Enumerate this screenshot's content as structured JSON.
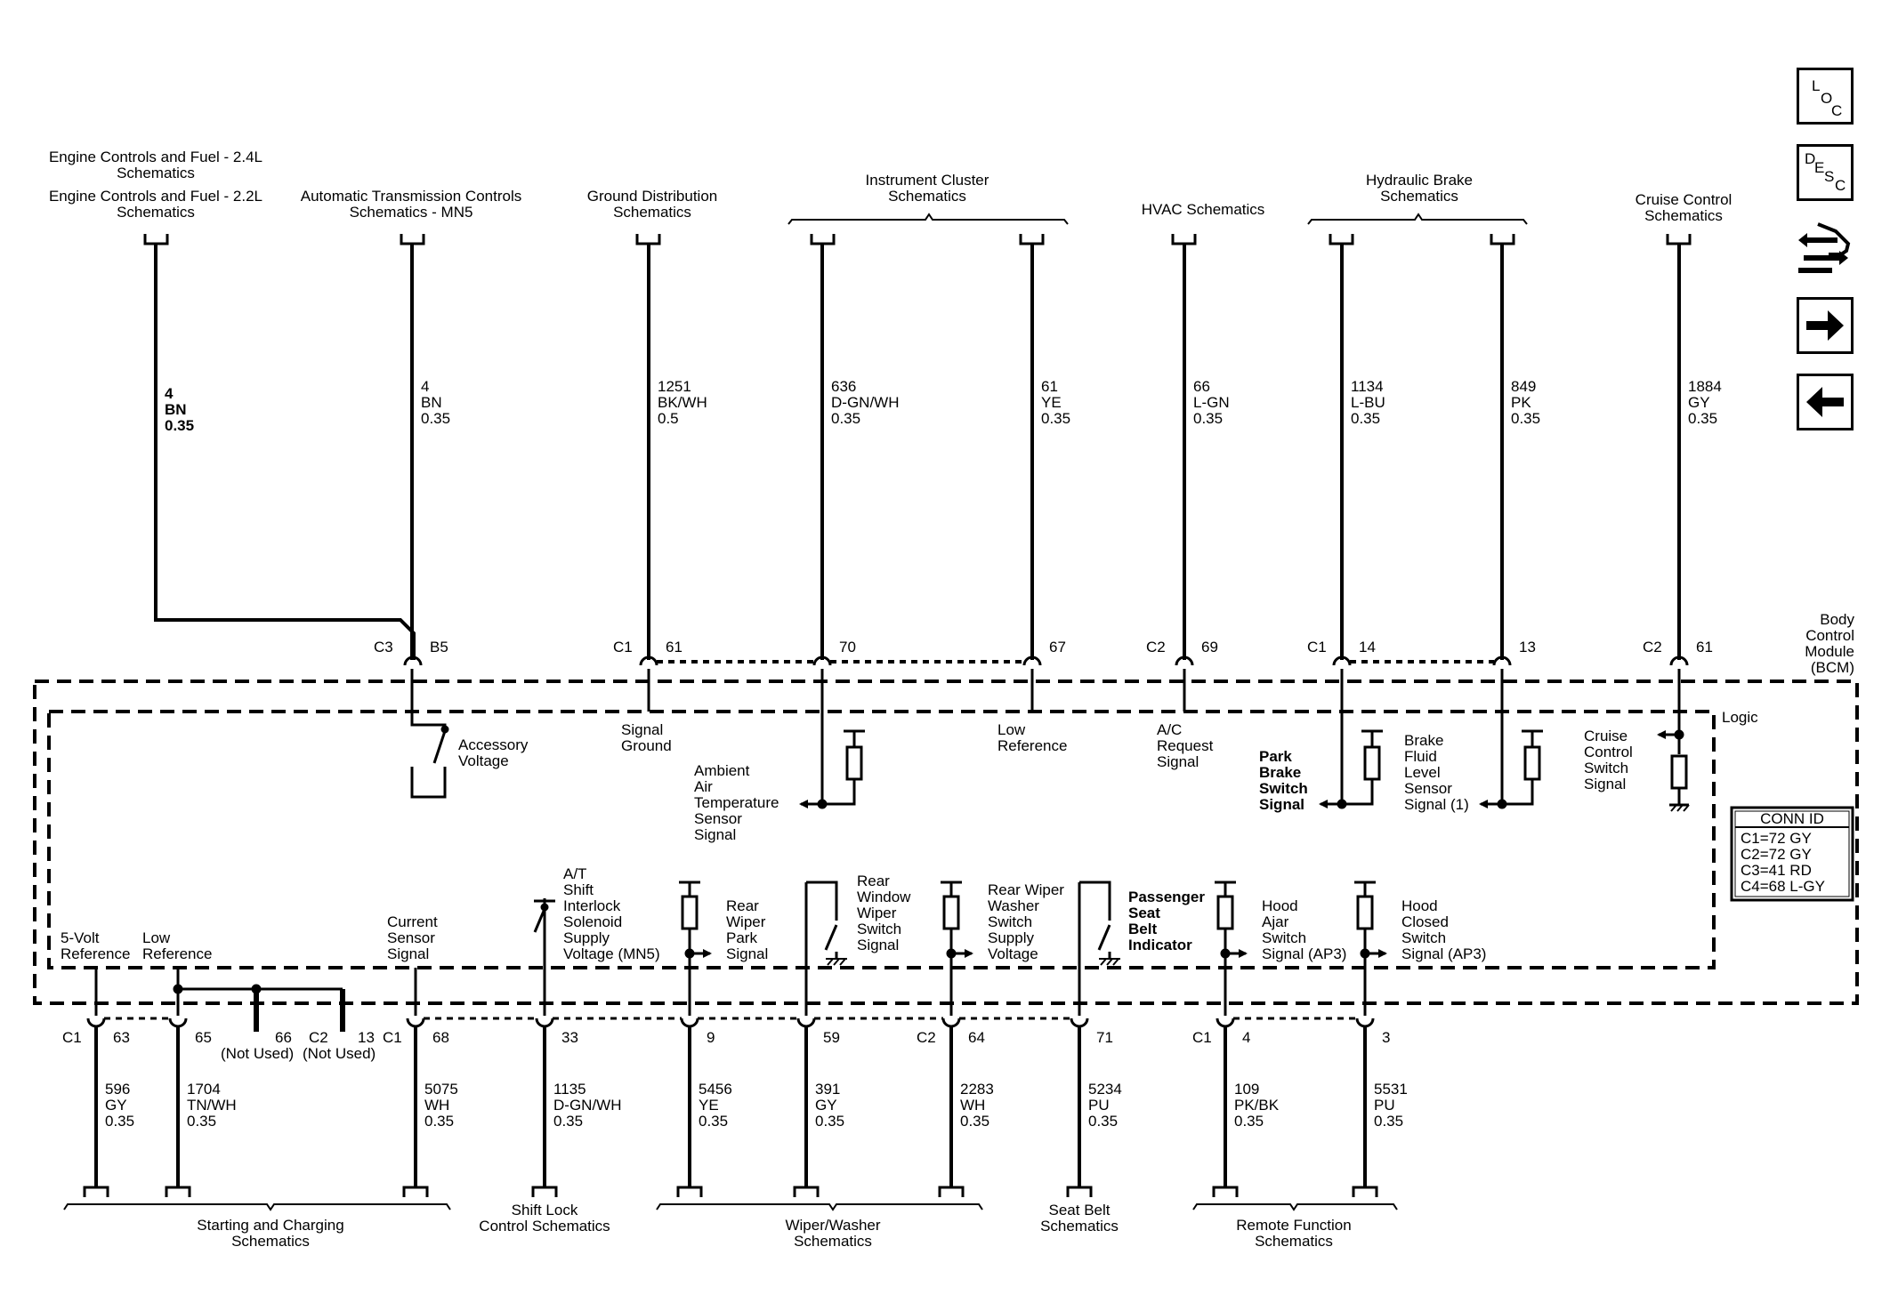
{
  "module": {
    "name": "Body Control Module (BCM)",
    "lines": [
      "Body",
      "Control",
      "Module",
      "(BCM)"
    ],
    "logic": "Logic"
  },
  "conn_id": {
    "title": "CONN ID",
    "rows": [
      "C1=72 GY",
      "C2=72 GY",
      "C3=41 RD",
      "C4=68 L-GY"
    ]
  },
  "nav": {
    "loc": [
      "L",
      "O",
      "C"
    ],
    "desc": [
      "D",
      "E",
      "S",
      "C"
    ]
  },
  "top_dest": [
    {
      "lines": [
        "Engine Controls and Fuel - 2.4L",
        "Schematics"
      ]
    },
    {
      "lines": [
        "Engine Controls and Fuel - 2.2L",
        "Schematics"
      ]
    },
    {
      "lines": [
        "Automatic Transmission Controls",
        "Schematics - MN5"
      ]
    },
    {
      "lines": [
        "Ground Distribution",
        "Schematics"
      ]
    },
    {
      "lines": [
        "Instrument Cluster",
        "Schematics"
      ]
    },
    {
      "lines": [
        "HVAC Schematics"
      ]
    },
    {
      "lines": [
        "Hydraulic Brake",
        "Schematics"
      ]
    },
    {
      "lines": [
        "Cruise Control",
        "Schematics"
      ]
    }
  ],
  "top_wires": [
    {
      "circuit": "4",
      "color": "BN",
      "gauge": "0.35",
      "conn": "C3",
      "pin": "B5"
    },
    {
      "circuit": "4",
      "color": "BN",
      "gauge": "0.35",
      "conn": "",
      "pin": ""
    },
    {
      "circuit": "1251",
      "color": "BK/WH",
      "gauge": "0.5",
      "conn": "C1",
      "pin": "61"
    },
    {
      "circuit": "636",
      "color": "D-GN/WH",
      "gauge": "0.35",
      "conn": "",
      "pin": "70"
    },
    {
      "circuit": "61",
      "color": "YE",
      "gauge": "0.35",
      "conn": "",
      "pin": "67"
    },
    {
      "circuit": "66",
      "color": "L-GN",
      "gauge": "0.35",
      "conn": "C2",
      "pin": "69"
    },
    {
      "circuit": "1134",
      "color": "L-BU",
      "gauge": "0.35",
      "conn": "C1",
      "pin": "14"
    },
    {
      "circuit": "849",
      "color": "PK",
      "gauge": "0.35",
      "conn": "",
      "pin": "13"
    },
    {
      "circuit": "1884",
      "color": "GY",
      "gauge": "0.35",
      "conn": "C2",
      "pin": "61"
    }
  ],
  "top_signals": [
    {
      "lines": [
        "Accessory",
        "Voltage"
      ]
    },
    {
      "lines": [
        "Signal",
        "Ground"
      ]
    },
    {
      "lines": [
        "Ambient",
        "Air",
        "Temperature",
        "Sensor",
        "Signal"
      ]
    },
    {
      "lines": [
        "Low",
        "Reference"
      ]
    },
    {
      "lines": [
        "A/C",
        "Request",
        "Signal"
      ]
    },
    {
      "lines": [
        "Park",
        "Brake",
        "Switch",
        "Signal"
      ]
    },
    {
      "lines": [
        "Brake",
        "Fluid",
        "Level",
        "Sensor",
        "Signal (1)"
      ]
    },
    {
      "lines": [
        "Cruise",
        "Control",
        "Switch",
        "Signal"
      ]
    }
  ],
  "bottom_signals": [
    {
      "lines": [
        "5-Volt",
        "Reference"
      ]
    },
    {
      "lines": [
        "Low",
        "Reference"
      ]
    },
    {
      "lines": [
        "Current",
        "Sensor",
        "Signal"
      ]
    },
    {
      "lines": [
        "A/T",
        "Shift",
        "Interlock",
        "Solenoid",
        "Supply",
        "Voltage (MN5)"
      ]
    },
    {
      "lines": [
        "Rear",
        "Wiper",
        "Park",
        "Signal"
      ]
    },
    {
      "lines": [
        "Rear",
        "Window",
        "Wiper",
        "Switch",
        "Signal"
      ]
    },
    {
      "lines": [
        "Rear Wiper",
        "Washer",
        "Switch",
        "Supply",
        "Voltage"
      ]
    },
    {
      "lines": [
        "Passenger",
        "Seat",
        "Belt",
        "Indicator"
      ]
    },
    {
      "lines": [
        "Hood",
        "Ajar",
        "Switch",
        "Signal (AP3)"
      ]
    },
    {
      "lines": [
        "Hood",
        "Closed",
        "Switch",
        "Signal (AP3)"
      ]
    }
  ],
  "bottom_pins": [
    {
      "conn": "C1",
      "pin": "63"
    },
    {
      "conn": "",
      "pin": "65"
    },
    {
      "conn": "",
      "pin": "66",
      "note": "(Not Used)"
    },
    {
      "conn": "C2",
      "pin": "13",
      "note": "(Not Used)"
    },
    {
      "conn": "C1",
      "pin": "68"
    },
    {
      "conn": "",
      "pin": "33"
    },
    {
      "conn": "",
      "pin": "9"
    },
    {
      "conn": "",
      "pin": "59"
    },
    {
      "conn": "C2",
      "pin": "64"
    },
    {
      "conn": "",
      "pin": "71"
    },
    {
      "conn": "C1",
      "pin": "4"
    },
    {
      "conn": "",
      "pin": "3"
    }
  ],
  "bottom_wires": [
    {
      "circuit": "596",
      "color": "GY",
      "gauge": "0.35"
    },
    {
      "circuit": "1704",
      "color": "TN/WH",
      "gauge": "0.35"
    },
    {
      "circuit": "5075",
      "color": "WH",
      "gauge": "0.35"
    },
    {
      "circuit": "1135",
      "color": "D-GN/WH",
      "gauge": "0.35"
    },
    {
      "circuit": "5456",
      "color": "YE",
      "gauge": "0.35"
    },
    {
      "circuit": "391",
      "color": "GY",
      "gauge": "0.35"
    },
    {
      "circuit": "2283",
      "color": "WH",
      "gauge": "0.35"
    },
    {
      "circuit": "5234",
      "color": "PU",
      "gauge": "0.35"
    },
    {
      "circuit": "109",
      "color": "PK/BK",
      "gauge": "0.35"
    },
    {
      "circuit": "5531",
      "color": "PU",
      "gauge": "0.35"
    }
  ],
  "bottom_dest": [
    {
      "lines": [
        "Starting and Charging",
        "Schematics"
      ]
    },
    {
      "lines": [
        "Shift Lock",
        "Control Schematics"
      ]
    },
    {
      "lines": [
        "Wiper/Washer",
        "Schematics"
      ]
    },
    {
      "lines": [
        "Seat Belt",
        "Schematics"
      ]
    },
    {
      "lines": [
        "Remote Function",
        "Schematics"
      ]
    }
  ]
}
